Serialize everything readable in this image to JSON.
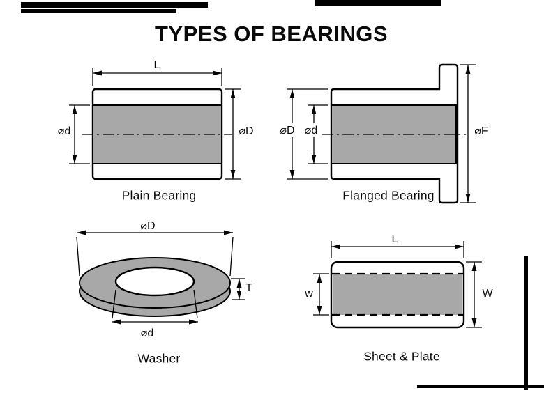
{
  "title": "TYPES OF BEARINGS",
  "colors": {
    "background": "#ffffff",
    "line": "#000000",
    "fill_gray": "#a8a8a8"
  },
  "diagrams": {
    "plain_bearing": {
      "label": "Plain Bearing",
      "dims": {
        "length": "L",
        "inner_diameter": "⌀d",
        "outer_diameter": "⌀D"
      }
    },
    "flanged_bearing": {
      "label": "Flanged Bearing",
      "dims": {
        "outer_diameter": "⌀D",
        "inner_diameter": "⌀d",
        "flange_diameter": "⌀F"
      }
    },
    "washer": {
      "label": "Washer",
      "dims": {
        "outer_diameter": "⌀D",
        "thickness": "T",
        "inner_diameter": "⌀d"
      }
    },
    "sheet_plate": {
      "label": "Sheet & Plate",
      "dims": {
        "length": "L",
        "inner_width": "w",
        "outer_width": "W"
      }
    }
  }
}
